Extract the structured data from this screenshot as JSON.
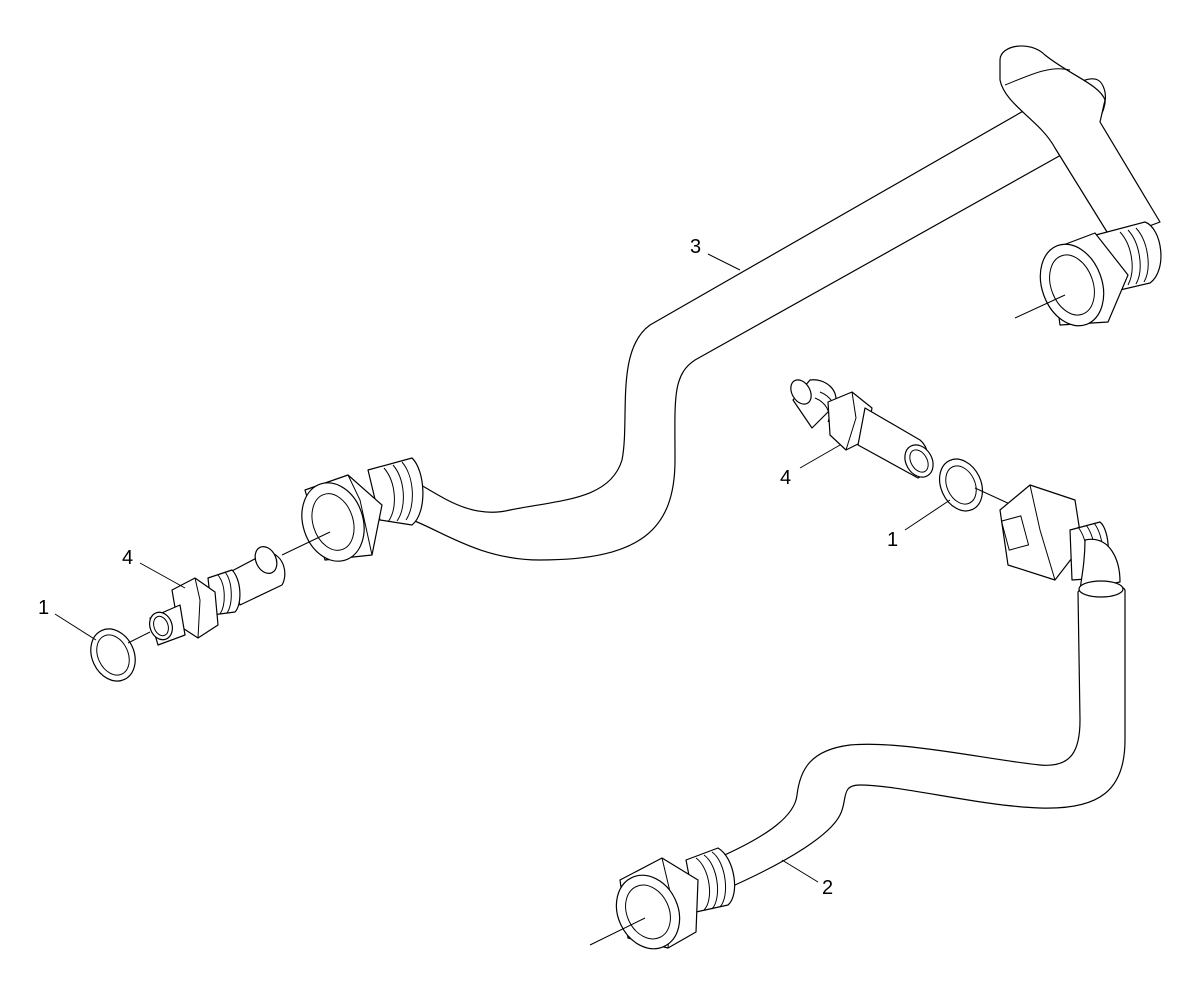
{
  "callouts": {
    "ring_left": "1",
    "adapter_left": "4",
    "tube_upper": "3",
    "adapter_right": "4",
    "ring_right": "1",
    "tube_lower": "2"
  },
  "colors": {
    "line": "#000000",
    "background": "#ffffff"
  }
}
